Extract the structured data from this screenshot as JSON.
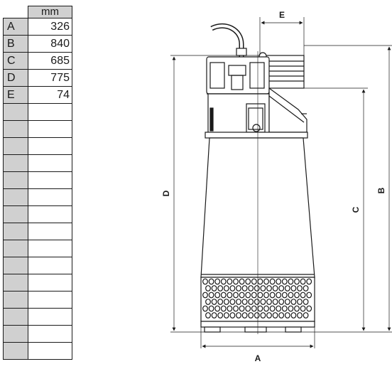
{
  "table": {
    "unit": "mm",
    "rows": [
      {
        "key": "A",
        "value": "326"
      },
      {
        "key": "B",
        "value": "840"
      },
      {
        "key": "C",
        "value": "685"
      },
      {
        "key": "D",
        "value": "775"
      },
      {
        "key": "E",
        "value": "74"
      },
      {
        "key": "",
        "value": ""
      },
      {
        "key": "",
        "value": ""
      },
      {
        "key": "",
        "value": ""
      },
      {
        "key": "",
        "value": ""
      },
      {
        "key": "",
        "value": ""
      },
      {
        "key": "",
        "value": ""
      },
      {
        "key": "",
        "value": ""
      },
      {
        "key": "",
        "value": ""
      },
      {
        "key": "",
        "value": ""
      },
      {
        "key": "",
        "value": ""
      },
      {
        "key": "",
        "value": ""
      },
      {
        "key": "",
        "value": ""
      },
      {
        "key": "",
        "value": ""
      },
      {
        "key": "",
        "value": ""
      },
      {
        "key": "",
        "value": ""
      }
    ]
  },
  "drawing": {
    "labels": {
      "A": "A",
      "B": "B",
      "C": "C",
      "D": "D",
      "E": "E"
    }
  }
}
